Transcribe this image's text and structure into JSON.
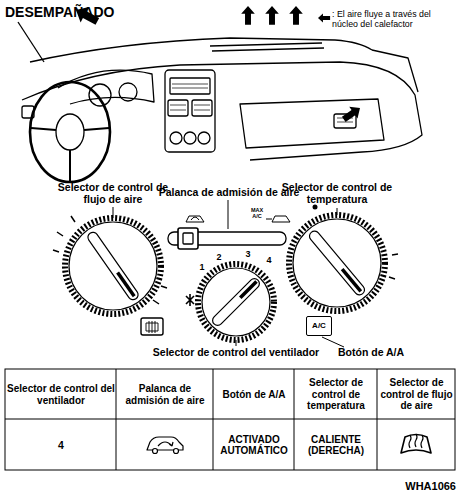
{
  "diagram": {
    "title": "DESEMPAÑADO",
    "nodes": [
      {
        "text": [
          "A/C"
        ]
      }
    ],
    "labels": [
      ": El aire fluye a través del núcleo del calefactor",
      "Selector de control de flujo de aire",
      "Palanca de admisión de aire",
      "MAX A/C",
      "Selector de control de temperatura",
      "1",
      "2",
      "3",
      "4",
      "Selector de control del ventilador",
      "Botón de A/A",
      "Selector de control del ventilador",
      "Palanca de admisión de aire",
      "Botón de A/A",
      "Selector de control de temperatura",
      "Selector de control de flujo de aire",
      "4",
      "ACTIVADO AUTOMÁTICO",
      "CALIENTE (DERECHA)",
      "WHA1066"
    ]
  }
}
